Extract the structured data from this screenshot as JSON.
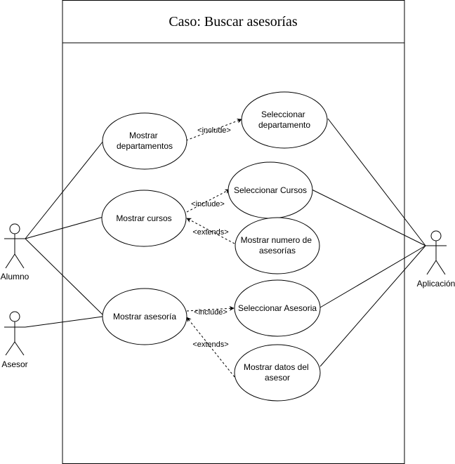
{
  "system": {
    "title": "Caso: Buscar asesorías"
  },
  "actors": {
    "alumno": "Alumno",
    "asesor": "Asesor",
    "aplicacion": "Aplicación"
  },
  "use_cases": {
    "mostrar_departamentos": [
      "Mostrar",
      "departamentos"
    ],
    "seleccionar_departamento": [
      "Seleccionar",
      "departamento"
    ],
    "mostrar_cursos": [
      "Mostrar cursos"
    ],
    "seleccionar_cursos": [
      "Seleccionar Cursos"
    ],
    "mostrar_numero_asesorias": [
      "Mostrar numero de",
      "asesorías"
    ],
    "mostrar_asesoria": [
      "Mostrar asesoría"
    ],
    "seleccionar_asesoria": [
      "Seleccionar Asesoria"
    ],
    "mostrar_datos_asesor": [
      "Mostrar datos del",
      "asesor"
    ]
  },
  "relations": {
    "include_departamento": "<include>",
    "include_cursos": "<include>",
    "extends_numero": "<extends>",
    "include_asesoria": "<include>",
    "extends_datos": "<extends>"
  }
}
